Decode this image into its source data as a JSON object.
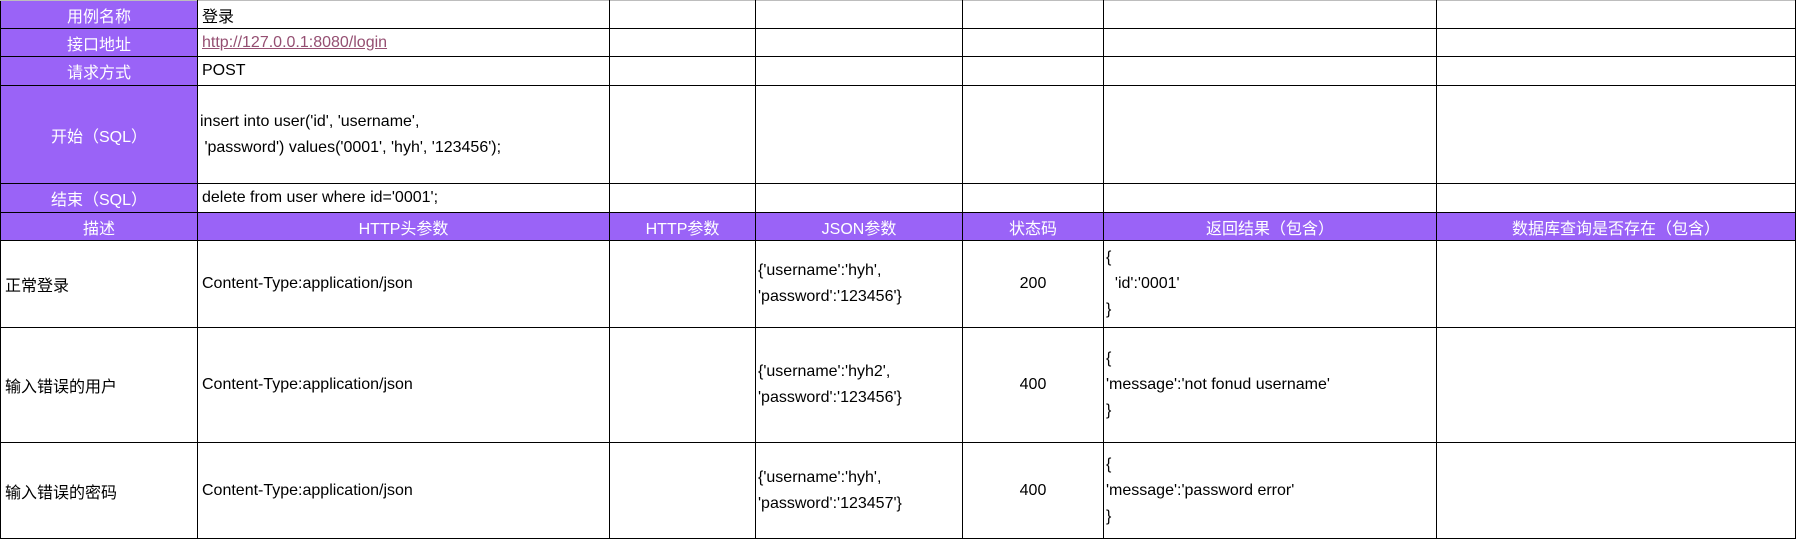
{
  "colors": {
    "purple": "#9a63f7",
    "link": "#954f72"
  },
  "info_rows": [
    {
      "label": "用例名称",
      "value": "登录"
    },
    {
      "label": "接口地址",
      "value": "http://127.0.0.1:8080/login"
    },
    {
      "label": "请求方式",
      "value": "POST"
    },
    {
      "label": "开始（SQL）",
      "value": "insert into user('id', 'username',\n 'password') values('0001', 'hyh', '123456');"
    },
    {
      "label": "结束（SQL）",
      "value": "delete from user where id='0001';"
    }
  ],
  "headers": [
    "描述",
    "HTTP头参数",
    "HTTP参数",
    "JSON参数",
    "状态码",
    "返回结果（包含）",
    "数据库查询是否存在（包含）"
  ],
  "cases": [
    {
      "desc": "正常登录",
      "http_headers": "Content-Type:application/json",
      "http_params": "",
      "json_params": "{'username':'hyh',\n'password':'123456'}",
      "status_code": "200",
      "response": "{\n  'id':'0001'\n}",
      "db_check": ""
    },
    {
      "desc": "输入错误的用户",
      "http_headers": "Content-Type:application/json",
      "http_params": "",
      "json_params": "{'username':'hyh2',\n'password':'123456'}",
      "status_code": "400",
      "response": "{\n'message':'not fonud username'\n}",
      "db_check": ""
    },
    {
      "desc": "输入错误的密码",
      "http_headers": "Content-Type:application/json",
      "http_params": "",
      "json_params": "{'username':'hyh',\n'password':'123457'}",
      "status_code": "400",
      "response": "{\n'message':'password error'\n}",
      "db_check": ""
    }
  ]
}
